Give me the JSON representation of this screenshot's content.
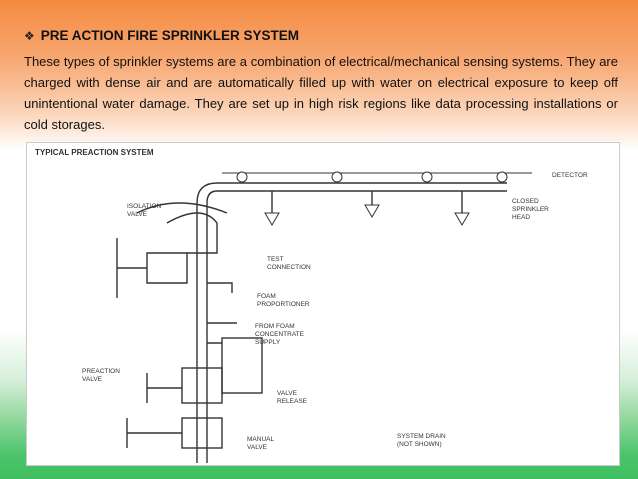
{
  "slide": {
    "heading": "PRE ACTION FIRE SPRINKLER SYSTEM",
    "bullet_icon": "diamond-bullet-icon",
    "body": "These types of sprinkler systems are a combination of electrical/mechanical sensing systems. They are charged with dense air and are automatically filled up with water on electrical exposure to keep off unintentional water damage. They are set up in high risk regions like data processing installations or cold storages."
  },
  "diagram": {
    "title": "TYPICAL PREACTION SYSTEM",
    "labels": {
      "detector": "DETECTOR",
      "isolation_valve_1": "ISOLATION",
      "isolation_valve_2": "VALVE",
      "closed_head_1": "CLOSED",
      "closed_head_2": "SPRINKLER",
      "closed_head_3": "HEAD",
      "test_connection_1": "TEST",
      "test_connection_2": "CONNECTION",
      "foam_prop_1": "FOAM",
      "foam_prop_2": "PROPORTIONER",
      "foam_supply_1": "FROM FOAM",
      "foam_supply_2": "CONCENTRATE",
      "foam_supply_3": "SUPPLY",
      "preaction_valve_1": "PREACTION",
      "preaction_valve_2": "VALVE",
      "valve_release_1": "VALVE",
      "valve_release_2": "RELEASE",
      "manual_valve_1": "MANUAL",
      "manual_valve_2": "VALVE",
      "system_drain_1": "SYSTEM DRAIN",
      "system_drain_2": "(NOT SHOWN)"
    }
  },
  "colors": {
    "line": "#333333",
    "bg_top": "#f58a3f",
    "bg_bottom": "#3fbf5f"
  }
}
